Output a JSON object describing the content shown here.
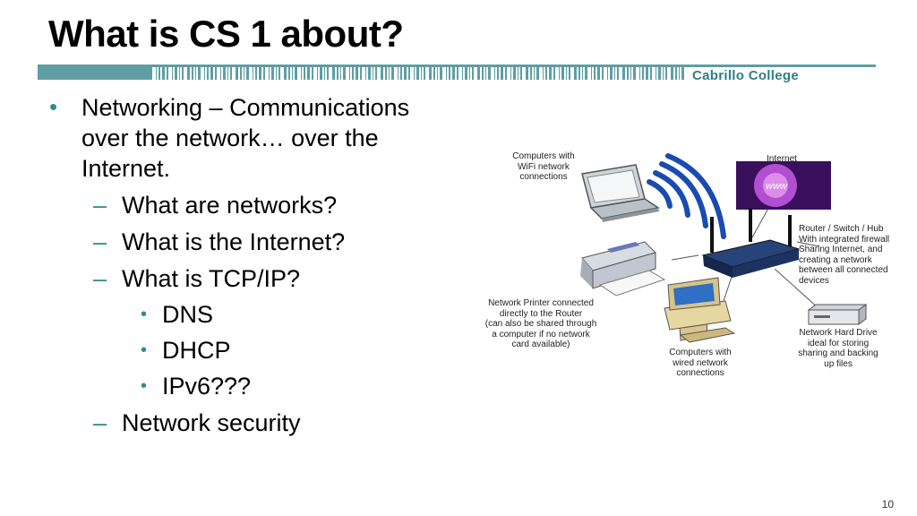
{
  "slide": {
    "title": "What is CS 1 about?",
    "brand": "Cabrillo College",
    "page_number": "10"
  },
  "bullets": {
    "item1": "Networking – Communications over the network… over the Internet.",
    "sub1": "What are networks?",
    "sub2": "What is the Internet?",
    "sub3": "What is TCP/IP?",
    "subsub1": "DNS",
    "subsub2": "DHCP",
    "subsub3": "IPv6???",
    "sub4": "Network security",
    "marker_l1": "•",
    "marker_l2": "–",
    "marker_l3": "•"
  },
  "diagram": {
    "laptop_label": [
      "Computers with",
      "WiFi network",
      "connections"
    ],
    "internet_label": "Internet",
    "internet_globe_text": "www",
    "router_label": [
      "Router / Switch / Hub",
      "With integrated firewall",
      "Sharing Internet, and",
      "creating a network",
      "between all connected",
      "devices"
    ],
    "printer_label": [
      "Network Printer connected",
      "directly to the Router",
      "(can also be shared through",
      "a computer if no network",
      "card available)"
    ],
    "desktop_label": [
      "Computers with",
      "wired network",
      "connections"
    ],
    "nas_label": [
      "Network Hard Drive",
      "ideal for storing",
      "sharing and backing",
      "up files"
    ]
  },
  "colors": {
    "accent": "#2f8c8c",
    "brand": "#2f7f86",
    "rule": "#5e9ea4"
  }
}
